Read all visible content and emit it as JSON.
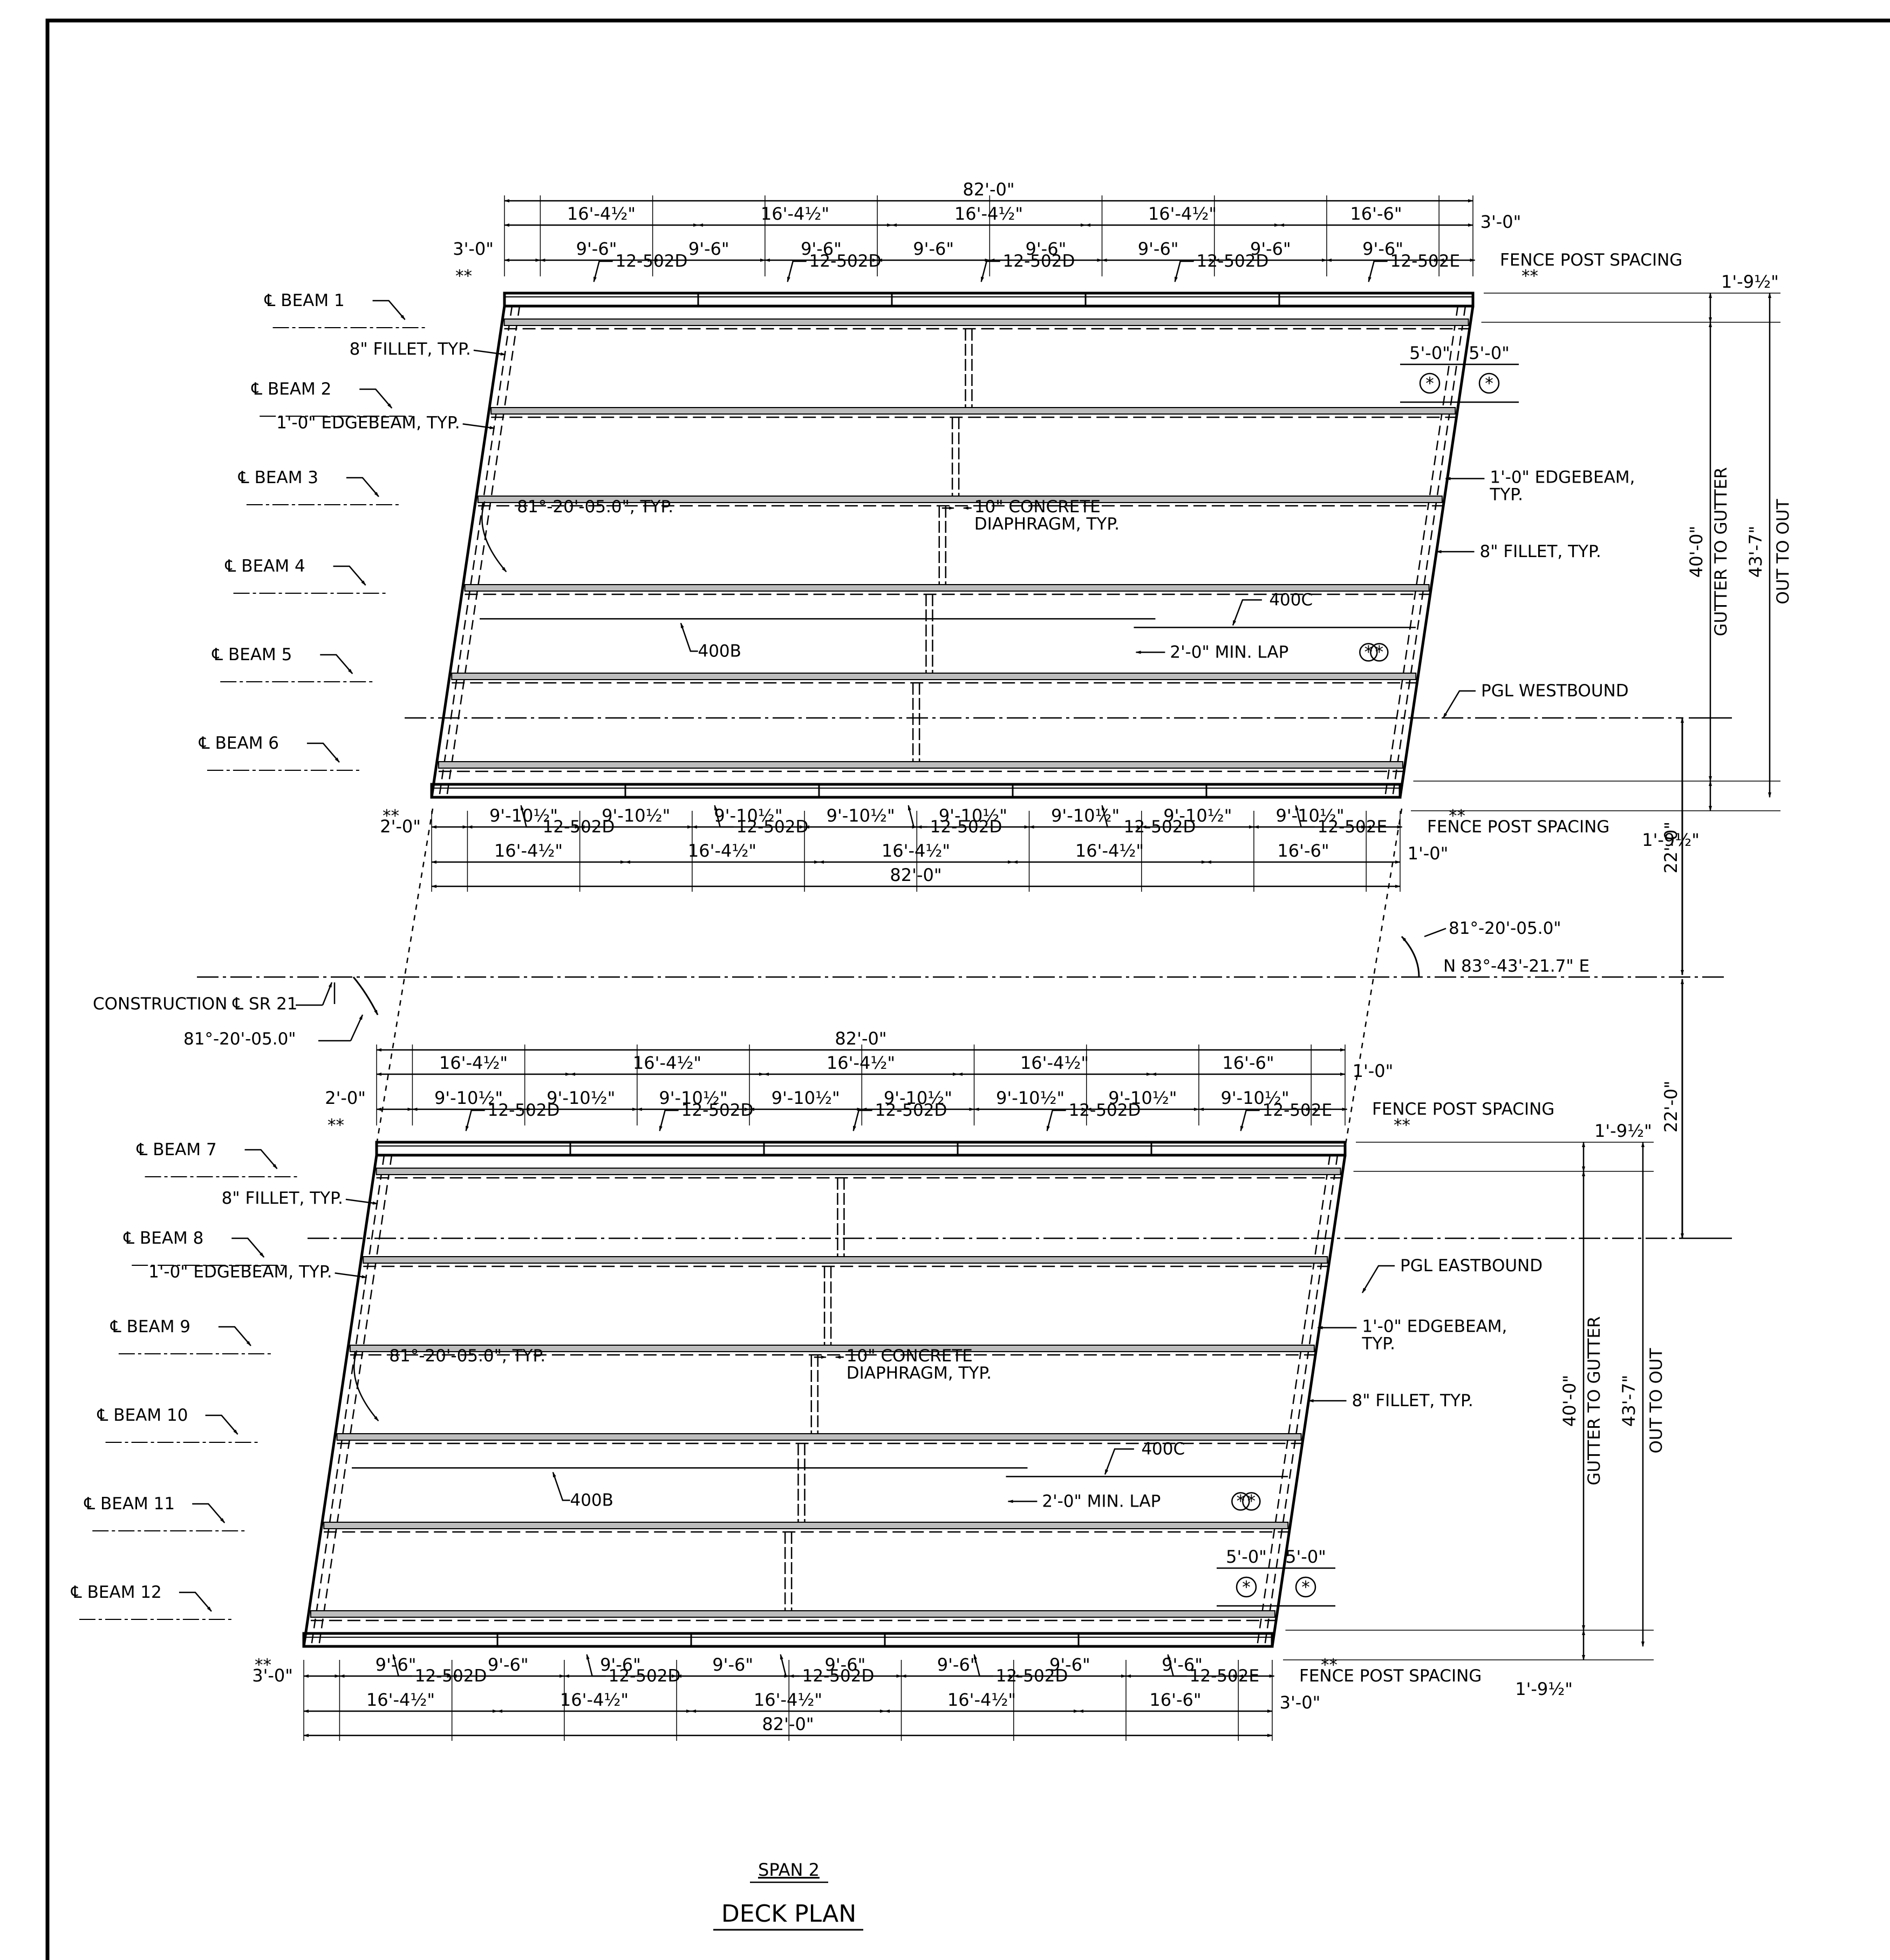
{
  "sheet": {
    "view_title": "DECK PLAN",
    "span_label": "SPAN 2"
  },
  "westbound": {
    "top": {
      "overall": "82'-0\"",
      "segments": [
        "16'-4½\"",
        "16'-4½\"",
        "16'-4½\"",
        "16'-4½\"",
        "16'-6\""
      ],
      "posts": [
        "3'-0\"",
        "9'-6\"",
        "9'-6\"",
        "9'-6\"",
        "9'-6\"",
        "9'-6\"",
        "9'-6\"",
        "9'-6\"",
        "9'-6\"",
        "3'-0\""
      ],
      "fence_label": "FENCE POST SPACING",
      "bars": [
        "12-502D",
        "12-502D",
        "12-502D",
        "12-502D",
        "12-502E"
      ],
      "note_single": "*",
      "note_double": "**"
    },
    "bottom": {
      "overall": "82'-0\"",
      "segments": [
        "16'-4½\"",
        "16'-4½\"",
        "16'-4½\"",
        "16'-4½\"",
        "16'-6\""
      ],
      "posts": [
        "2'-0\"",
        "9'-10½\"",
        "9'-10½\"",
        "9'-10½\"",
        "9'-10½\"",
        "9'-10½\"",
        "9'-10½\"",
        "9'-10½\"",
        "9'-10½\"",
        "1'-0\""
      ],
      "fence_label": "FENCE POST SPACING",
      "bars": [
        "12-502D",
        "12-502D",
        "12-502D",
        "12-502D",
        "12-502E"
      ]
    },
    "beams": [
      "℄ BEAM 1",
      "℄ BEAM 2",
      "℄ BEAM 3",
      "℄ BEAM 4",
      "℄ BEAM 5",
      "℄ BEAM 6"
    ],
    "notes": {
      "fillet_left": "8\" FILLET, TYP.",
      "edgebeam_left": "1'-0\" EDGEBEAM, TYP.",
      "skew": "81°-20'-05.0\", TYP.",
      "diaphragm_1": "10\" CONCRETE",
      "diaphragm_2": "DIAPHRAGM, TYP.",
      "bar_400b": "400B",
      "bar_400c": "400C",
      "lap": "2'-0\" MIN. LAP",
      "edgebeam_right_1": "1'-0\" EDGEBEAM,",
      "edgebeam_right_2": "TYP.",
      "fillet_right": "8\" FILLET, TYP.",
      "pgl": "PGL WESTBOUND",
      "five_ft": "5'-0\""
    },
    "right_dims": {
      "top": "1'-9½\"",
      "gutter": "40'-0\"",
      "gutter_label": "GUTTER TO GUTTER",
      "out": "43'-7\"",
      "out_label": "OUT TO OUT",
      "bottom": "1'-9½\""
    }
  },
  "eastbound": {
    "top": {
      "overall": "82'-0\"",
      "segments": [
        "16'-4½\"",
        "16'-4½\"",
        "16'-4½\"",
        "16'-4½\"",
        "16'-6\""
      ],
      "posts": [
        "2'-0\"",
        "9'-10½\"",
        "9'-10½\"",
        "9'-10½\"",
        "9'-10½\"",
        "9'-10½\"",
        "9'-10½\"",
        "9'-10½\"",
        "9'-10½\"",
        "1'-0\""
      ],
      "fence_label": "FENCE POST SPACING",
      "bars": [
        "12-502D",
        "12-502D",
        "12-502D",
        "12-502D",
        "12-502E"
      ]
    },
    "bottom": {
      "overall": "82'-0\"",
      "segments": [
        "16'-4½\"",
        "16'-4½\"",
        "16'-4½\"",
        "16'-4½\"",
        "16'-6\""
      ],
      "posts": [
        "3'-0\"",
        "9'-6\"",
        "9'-6\"",
        "9'-6\"",
        "9'-6\"",
        "9'-6\"",
        "9'-6\"",
        "9'-6\"",
        "9'-6\"",
        "3'-0\""
      ],
      "fence_label": "FENCE POST SPACING",
      "bars": [
        "12-502D",
        "12-502D",
        "12-502D",
        "12-502D",
        "12-502E"
      ]
    },
    "beams": [
      "℄ BEAM 7",
      "℄ BEAM 8",
      "℄ BEAM 9",
      "℄ BEAM 10",
      "℄ BEAM 11",
      "℄ BEAM 12"
    ],
    "notes": {
      "fillet_left": "8\" FILLET, TYP.",
      "edgebeam_left": "1'-0\" EDGEBEAM, TYP.",
      "skew": "81°-20'-05.0\", TYP.",
      "diaphragm_1": "10\" CONCRETE",
      "diaphragm_2": "DIAPHRAGM, TYP.",
      "bar_400b": "400B",
      "bar_400c": "400C",
      "lap": "2'-0\" MIN. LAP",
      "edgebeam_right_1": "1'-0\" EDGEBEAM,",
      "edgebeam_right_2": "TYP.",
      "fillet_right": "8\" FILLET, TYP.",
      "pgl": "PGL EASTBOUND",
      "five_ft": "5'-0\""
    },
    "right_dims": {
      "top": "1'-9½\"",
      "gutter": "40'-0\"",
      "gutter_label": "GUTTER TO GUTTER",
      "out": "43'-7\"",
      "out_label": "OUT TO OUT",
      "bottom": "1'-9½\""
    }
  },
  "center": {
    "construction_cl": "CONSTRUCTION ℄ SR 21",
    "skew_left": "81°-20'-05.0\"",
    "skew_right": "81°-20'-05.0\"",
    "bearing": "N 83°-43'-21.7\" E",
    "offset_wb": "22'-0\"",
    "offset_eb": "22'-0\""
  },
  "colors": {
    "line": "#000000",
    "beam_fill": "#bdbdbd",
    "background": "#ffffff"
  }
}
